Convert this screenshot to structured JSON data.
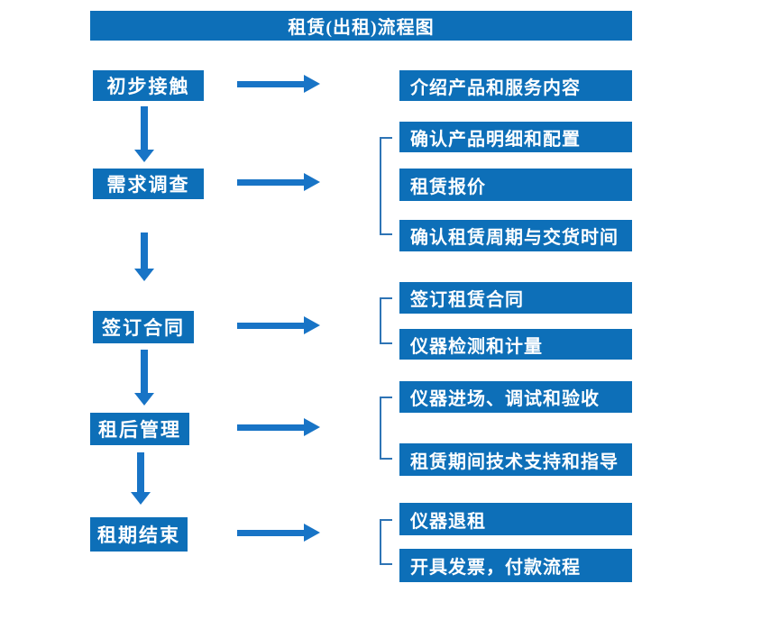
{
  "title": "租赁(出租)流程图",
  "colors": {
    "box_blue": "#0D6FB8",
    "arrow_blue": "#1874C6",
    "bracket_blue": "#2E74B5",
    "text_white": "#ffffff",
    "background": "#ffffff"
  },
  "steps": [
    {
      "label": "初步接触",
      "details": [
        "介绍产品和服务内容"
      ]
    },
    {
      "label": "需求调查",
      "details": [
        "确认产品明细和配置",
        "租赁报价",
        "确认租赁周期与交货时间"
      ]
    },
    {
      "label": "签订合同",
      "details": [
        "签订租赁合同",
        "仪器检测和计量"
      ]
    },
    {
      "label": "租后管理",
      "details": [
        "仪器进场、调试和验收",
        "租赁期间技术支持和指导"
      ]
    },
    {
      "label": "租期结束",
      "details": [
        "仪器退租",
        "开具发票，付款流程"
      ]
    }
  ]
}
